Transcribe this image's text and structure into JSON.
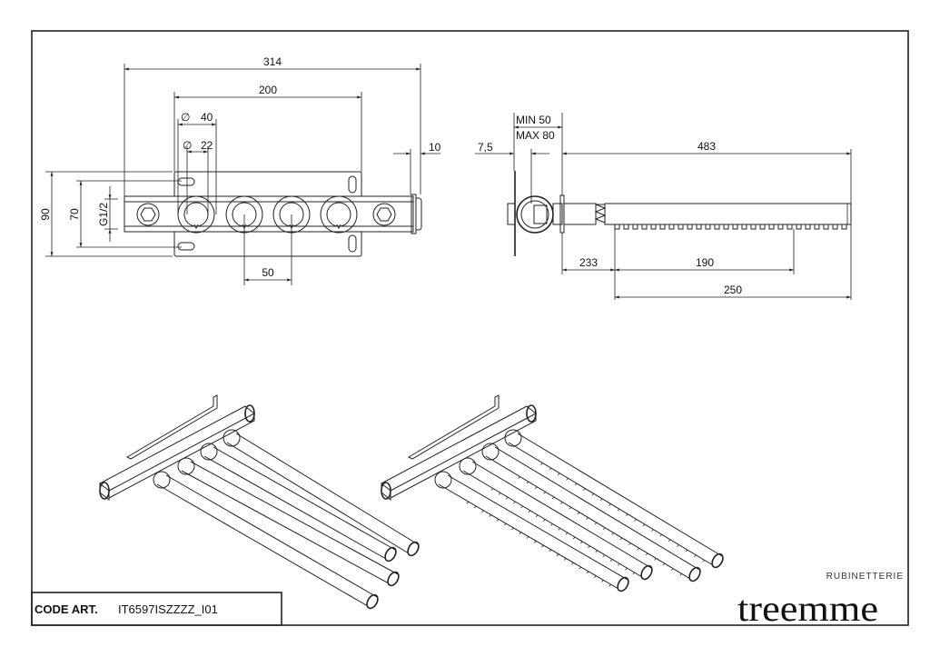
{
  "front_view": {
    "dims": {
      "overall_length": "314",
      "plate_width": "200",
      "outer_diameter": "40",
      "inner_diameter": "22",
      "offset": "10",
      "height_total": "90",
      "height_holes": "70",
      "thread": "G1/2",
      "spacing": "50"
    },
    "diameter_symbol": "∅"
  },
  "side_view": {
    "dims": {
      "min": "MIN 50",
      "max": "MAX 80",
      "plate": "7,5",
      "projection": "483",
      "start": "233",
      "rack": "190",
      "pipe": "250"
    }
  },
  "title_block": {
    "code_label": "CODE ART.",
    "code_value": "IT6597ISZZZZ_I01"
  },
  "logo": {
    "sub": "RUBINETTERIE",
    "name": "treemme"
  }
}
